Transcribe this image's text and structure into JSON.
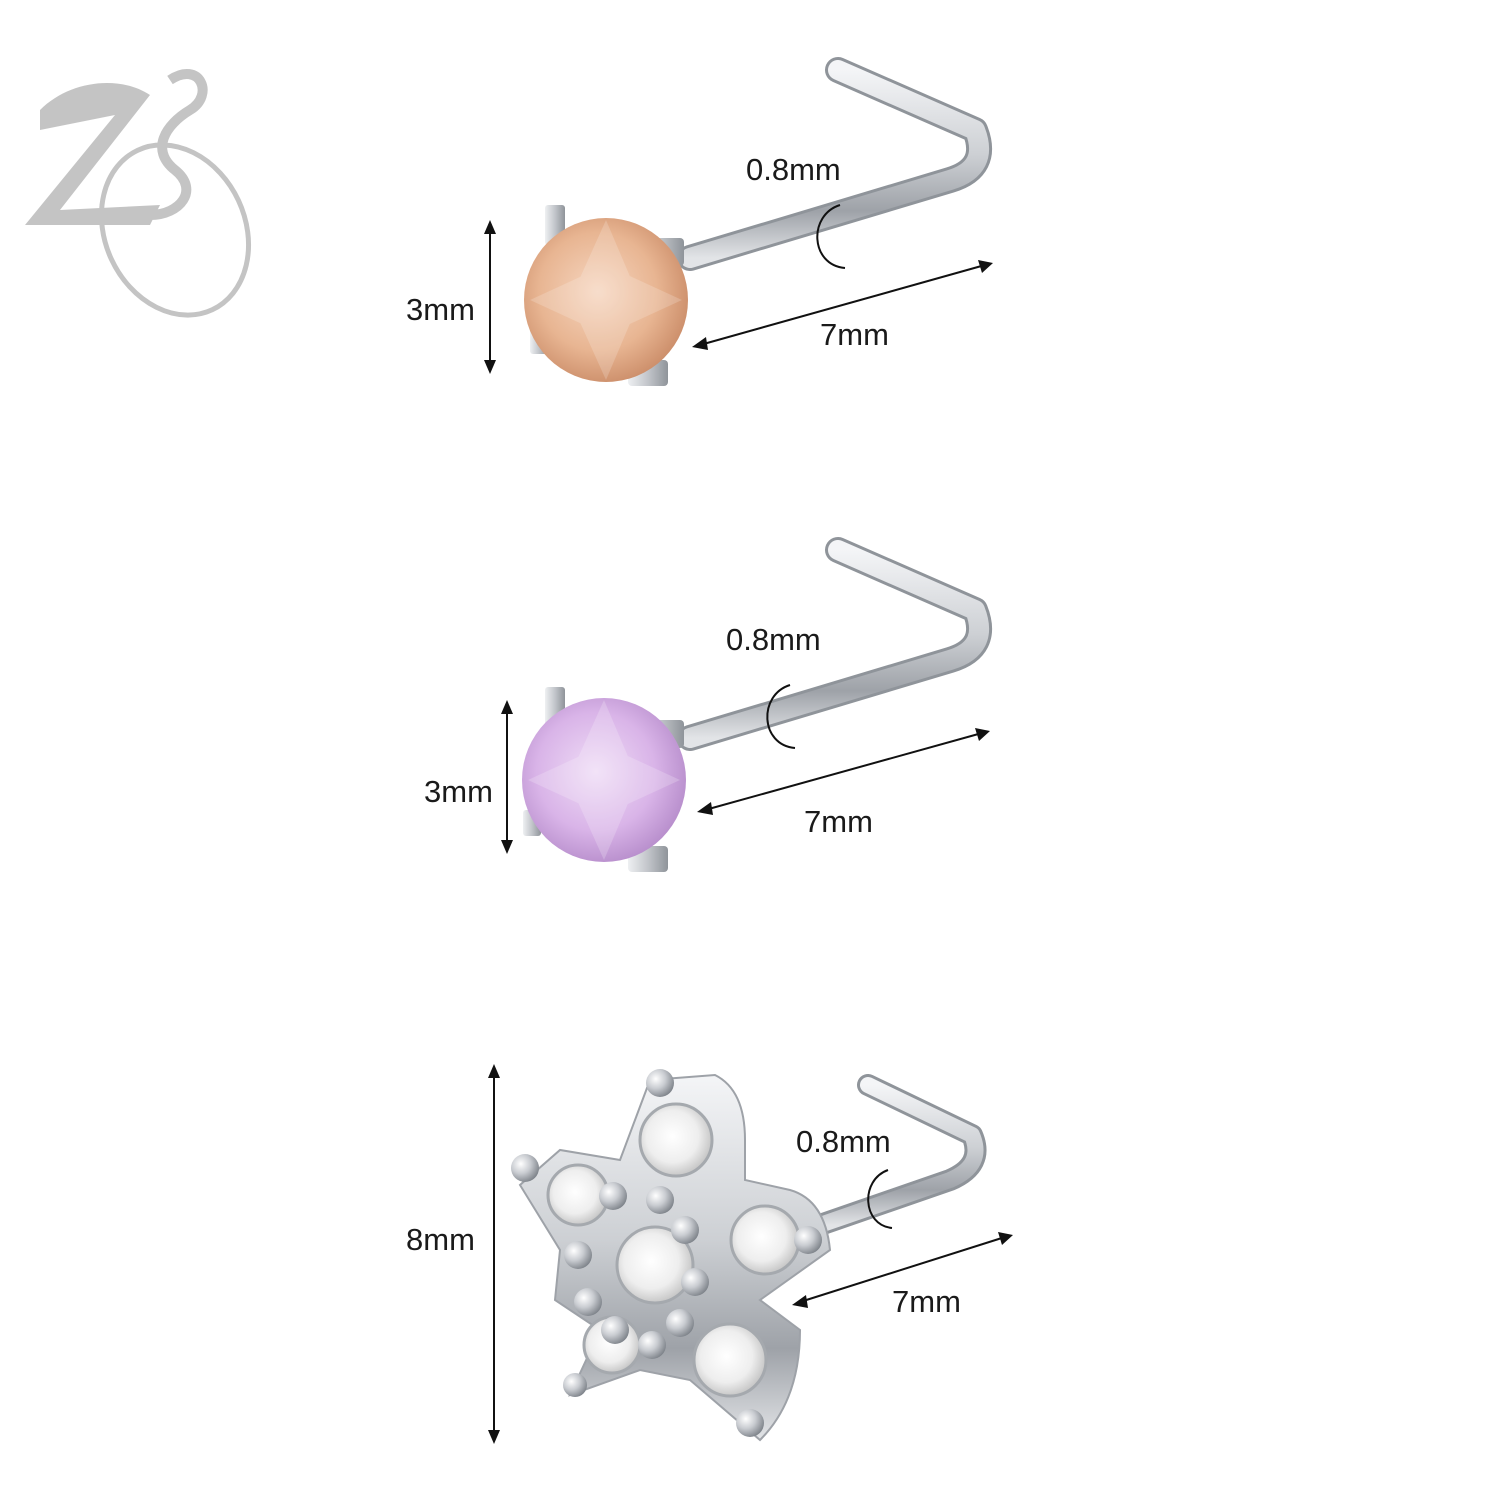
{
  "brand": {
    "logo_text": "ZS",
    "logo_color": "#c4c4c4"
  },
  "products": [
    {
      "gem_color": "#e8b592",
      "gem_shade": "#c98a66",
      "height_label": "3mm",
      "gauge_label": "0.8mm",
      "length_label": "7mm"
    },
    {
      "gem_color": "#d9b4e8",
      "gem_shade": "#b48ac9",
      "height_label": "3mm",
      "gauge_label": "0.8mm",
      "length_label": "7mm"
    },
    {
      "gem_color": "#f2f2f2",
      "gem_shade": "#c9c9c9",
      "height_label": "8mm",
      "gauge_label": "0.8mm",
      "length_label": "7mm"
    }
  ],
  "metal_color": "#cfd2d6"
}
